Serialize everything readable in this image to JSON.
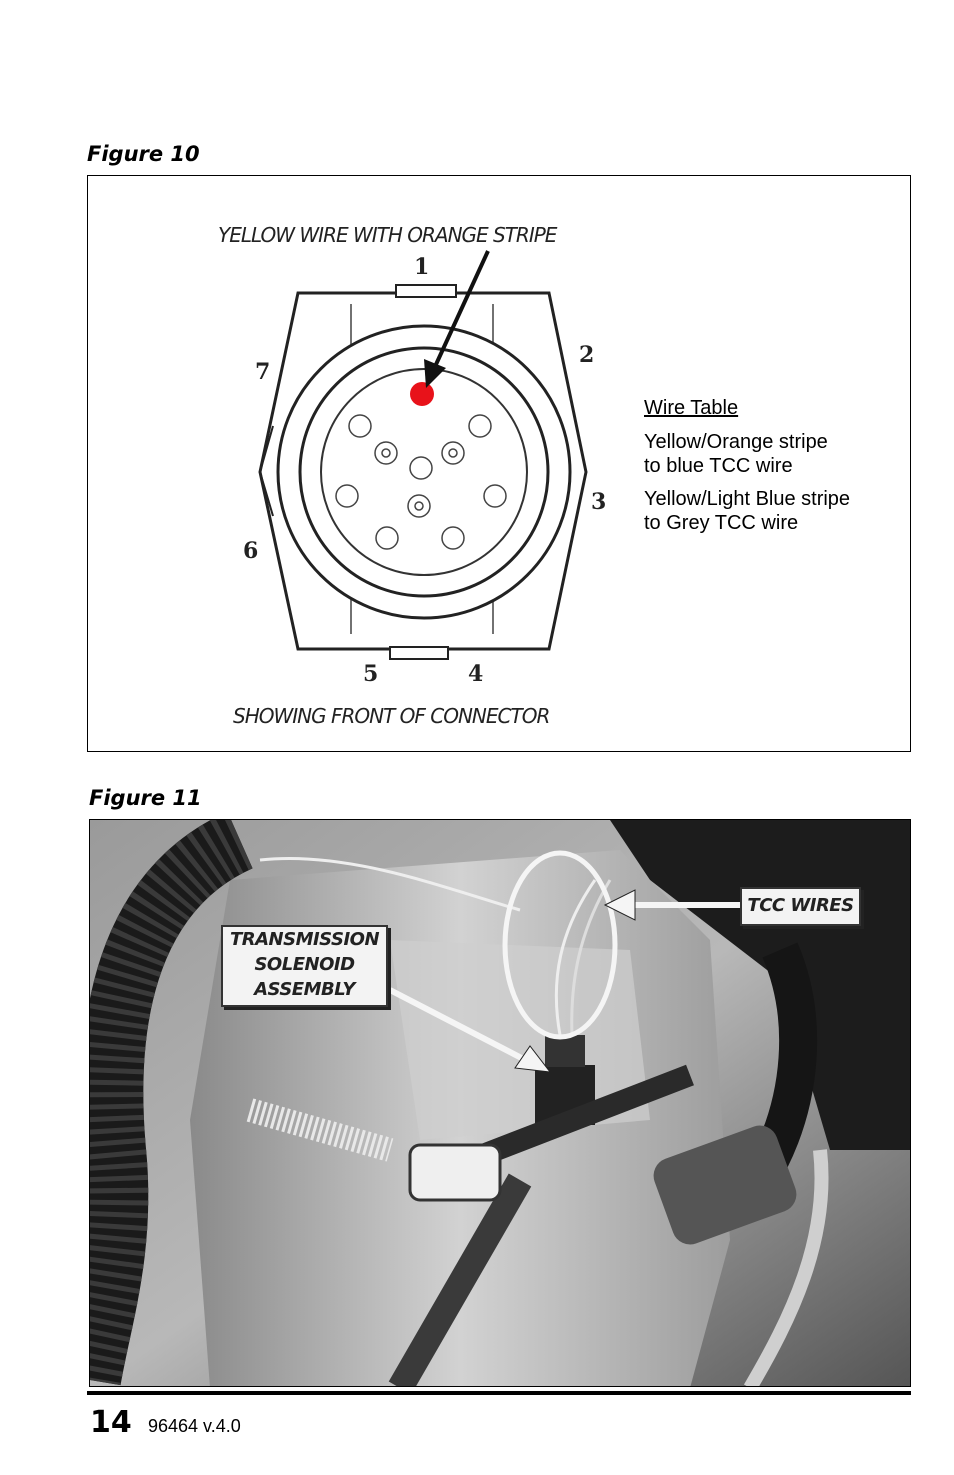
{
  "figure10": {
    "caption": "Figure 10",
    "top_label": "YELLOW WIRE WITH ORANGE STRIPE",
    "bottom_label": "SHOWING FRONT OF CONNECTOR",
    "pins": [
      "1",
      "2",
      "3",
      "4",
      "5",
      "6",
      "7"
    ],
    "highlight_color": "#e8121a",
    "wire_table": {
      "title": "Wire Table",
      "entries": [
        "Yellow/Orange stripe\nto blue TCC wire",
        "Yellow/Light Blue stripe\nto Grey TCC wire"
      ]
    }
  },
  "figure11": {
    "caption": "Figure 11",
    "callouts": {
      "solenoid": "TRANSMISSION\nSOLENOID\nASSEMBLY",
      "tcc": "TCC WIRES"
    }
  },
  "footer": {
    "page_number": "14",
    "version": "96464 v.4.0"
  }
}
